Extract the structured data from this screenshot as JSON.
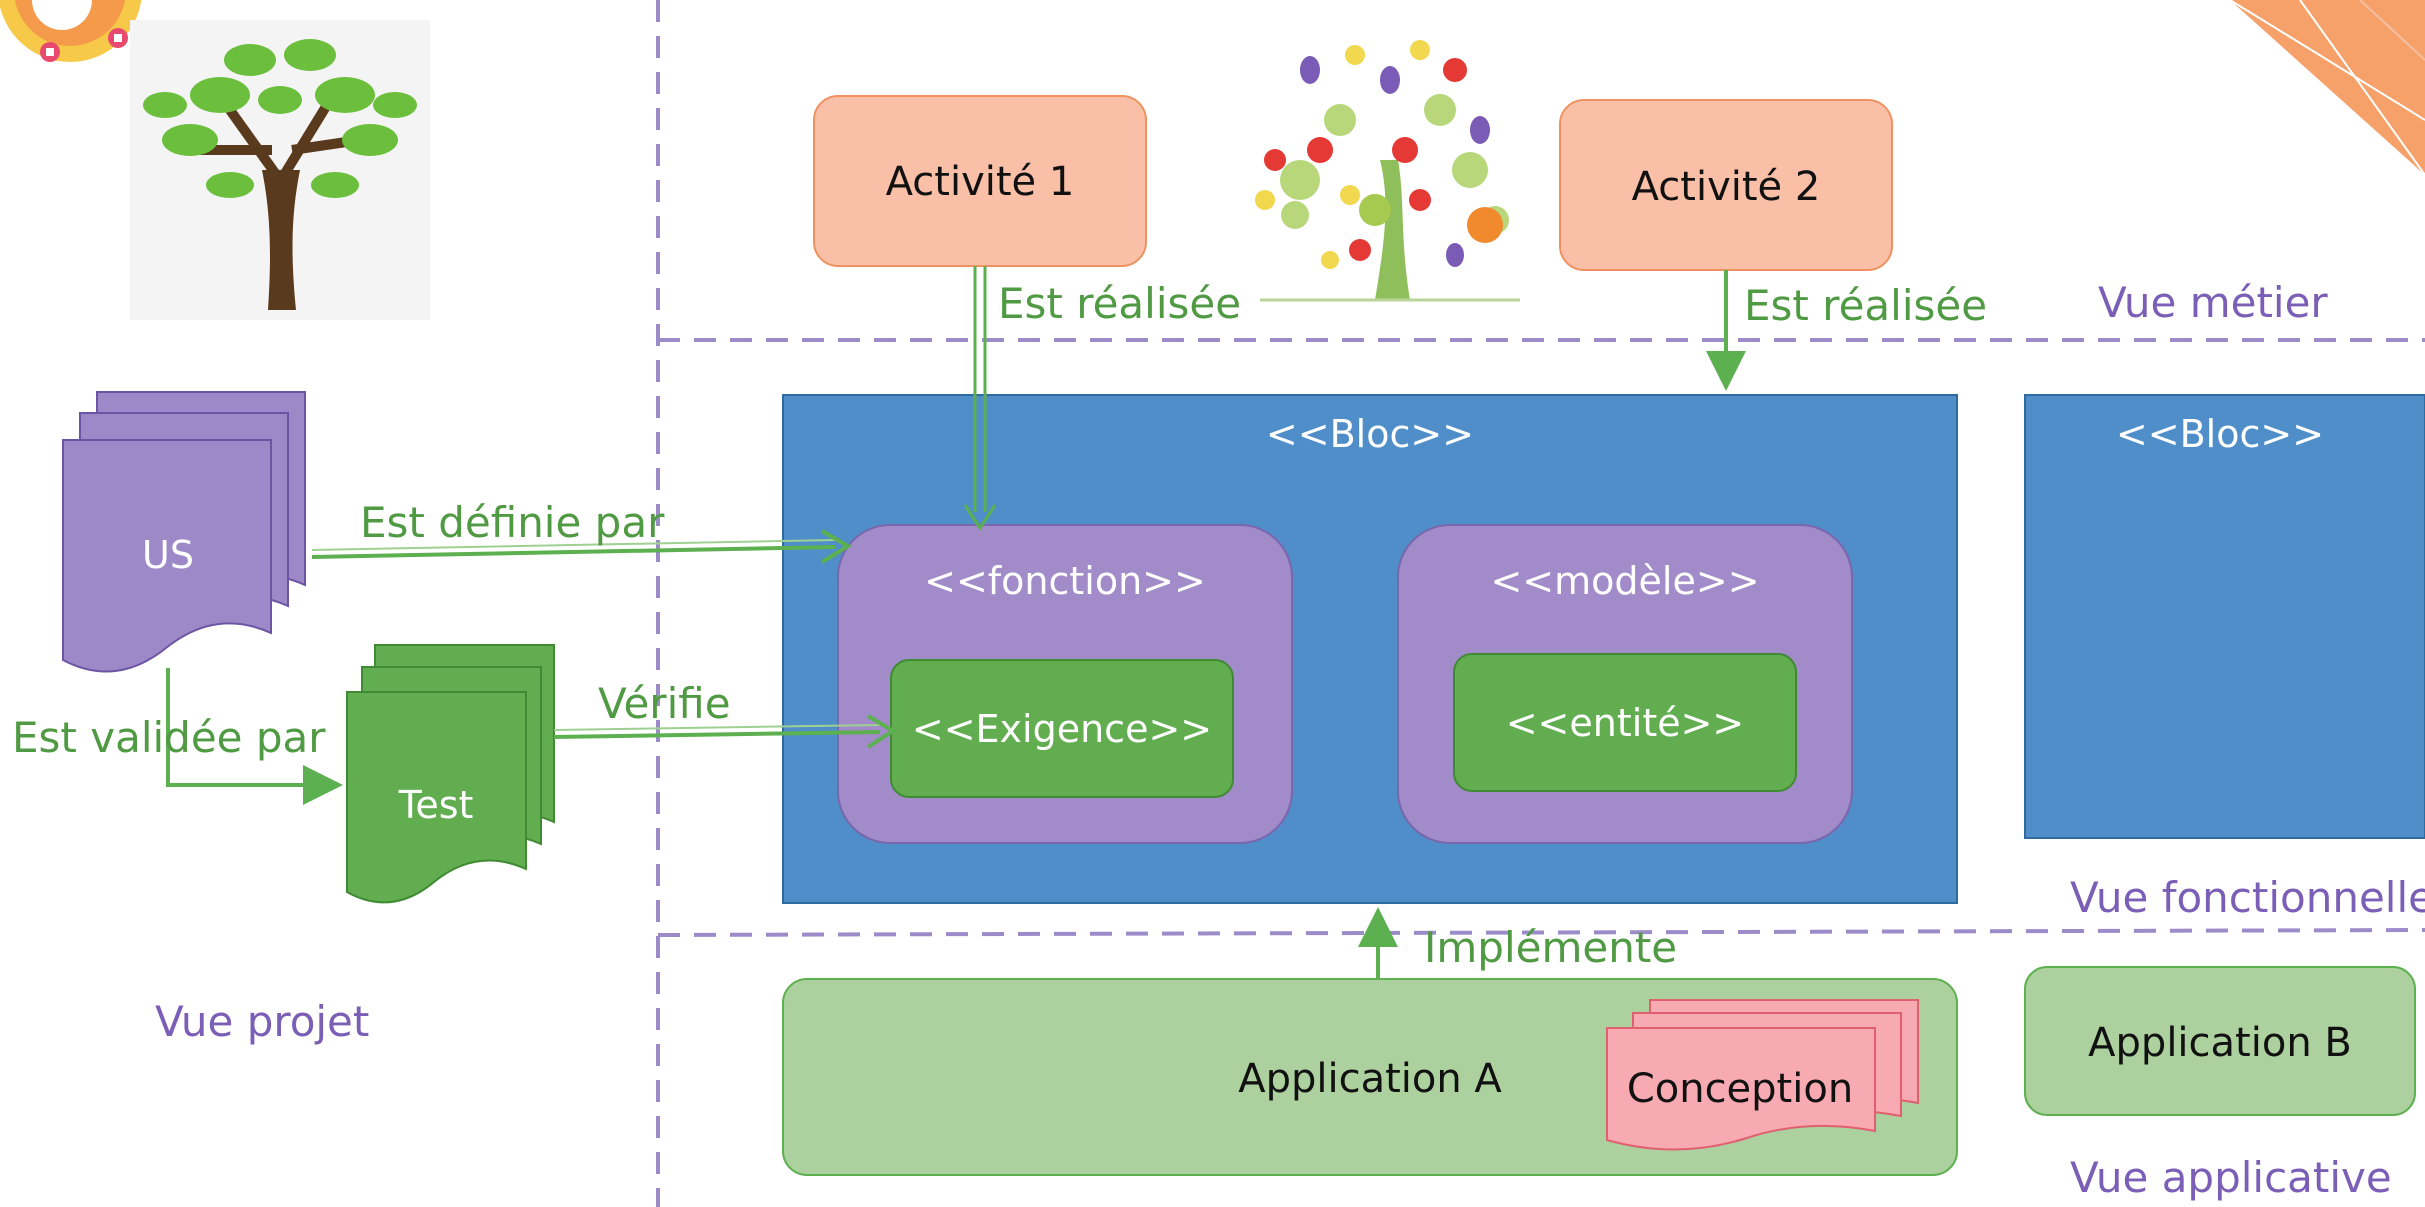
{
  "colors": {
    "purple_line": "#9b8cc9",
    "purple_text": "#7b5fb7",
    "green_line": "#5cb04f",
    "green_text": "#4f9a42",
    "bloc_blue": "#4f8ec9",
    "fonction_purple": "#a18bc9",
    "exigence_green": "#62ad50",
    "activity_fill": "#f9bfa7",
    "activity_stroke": "#f0925f",
    "app_fill": "#acd09e",
    "doc_purple": "#9e89c8",
    "conception_pink": "#f7aab2"
  },
  "activities": {
    "a1": "Activité 1",
    "a2": "Activité 2"
  },
  "blocs": {
    "main": "<<Bloc>>",
    "side": "<<Bloc>>"
  },
  "fonction": "<<fonction>>",
  "modele": "<<modèle>>",
  "exigence": "<<Exigence>>",
  "entite": "<<entité>>",
  "documents": {
    "us": "US",
    "test": "Test",
    "conception": "Conception"
  },
  "applications": {
    "a": "Application A",
    "b": "Application B"
  },
  "relations": {
    "realisee_1": "Est réalisée",
    "realisee_2": "Est réalisée",
    "definie_par": "Est définie par",
    "verifie": "Vérifie",
    "validee_par": "Est validée par",
    "implemente": "Implémente"
  },
  "views": {
    "metier": "Vue métier",
    "fonctionnelle": "Vue fonctionnelle",
    "projet": "Vue projet",
    "applicative": "Vue applicative"
  },
  "icons": [
    "tree-icon",
    "fruit-tree-icon",
    "corner-logo-icon",
    "corner-triangle-decoration"
  ]
}
